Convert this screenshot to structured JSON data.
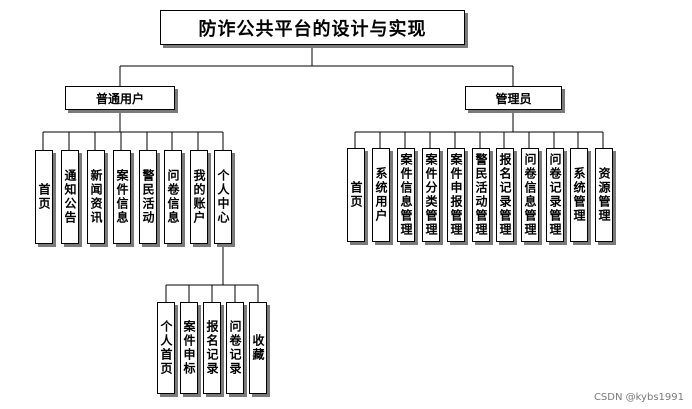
{
  "title": "防诈公共平台的设计与实现",
  "user": {
    "label": "普通用户",
    "items": [
      "首页",
      "通知公告",
      "新闻资讯",
      "案件信息",
      "警民活动",
      "问卷信息",
      "我的账户",
      "个人中心"
    ],
    "personal_center": [
      "个人首页",
      "案件申标",
      "报名记录",
      "问卷记录",
      "收藏"
    ]
  },
  "admin": {
    "label": "管理员",
    "items": [
      "首页",
      "系统用户",
      "案件信息管理",
      "案件分类管理",
      "案件申报管理",
      "警民活动管理",
      "报名记录管理",
      "问卷信息管理",
      "问卷记录管理",
      "系统管理",
      "资源管理"
    ]
  },
  "watermark": "CSDN @kybs1991"
}
